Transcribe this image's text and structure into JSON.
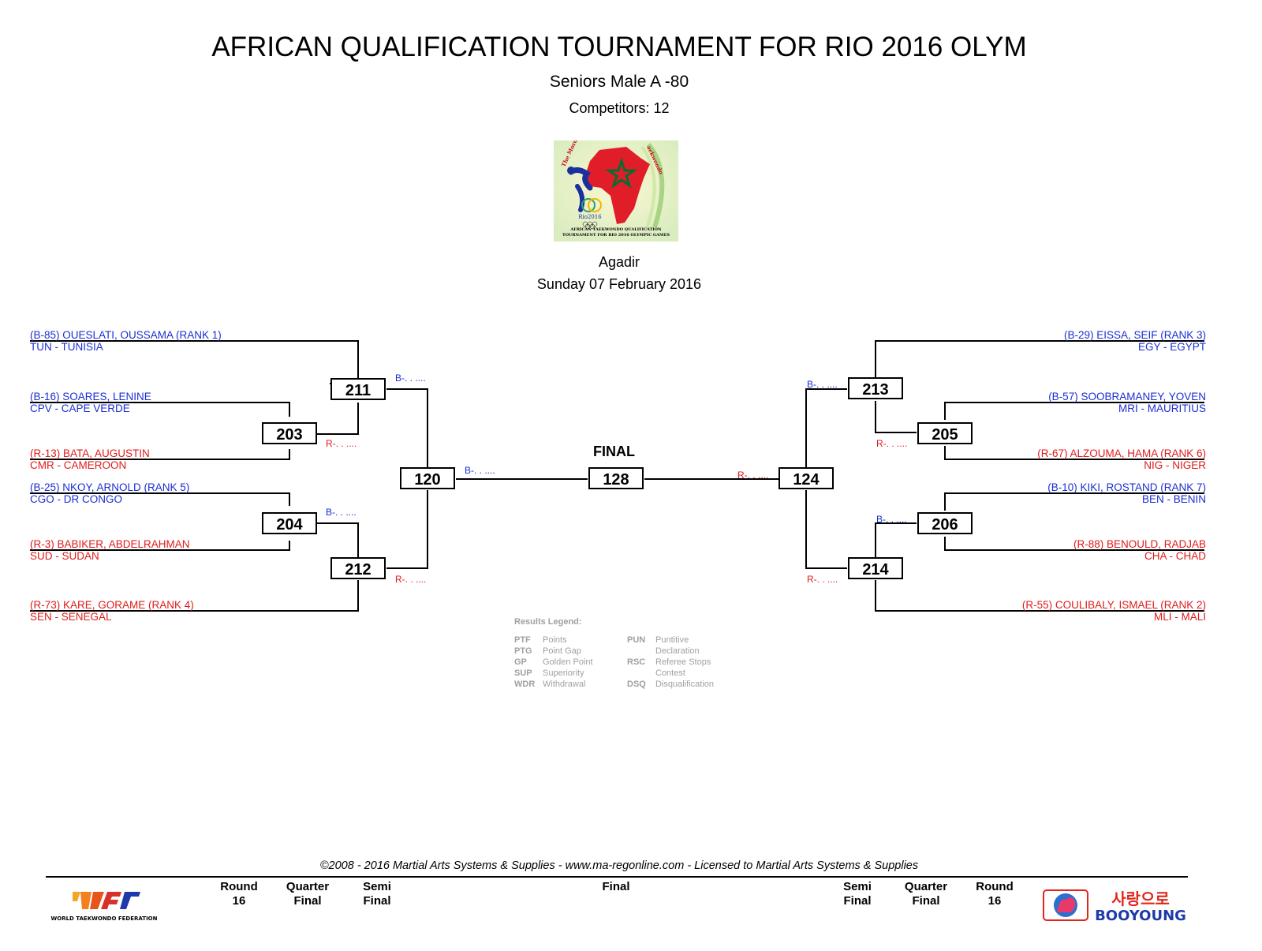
{
  "header": {
    "title": "AFRICAN QUALIFICATION TOURNAMENT FOR RIO 2016 OLYM",
    "category": "Seniors Male A -80",
    "competitors": "Competitors: 12",
    "logo_text": "AFRICAN TAEKWONDO QUALIFICATION TOURNAMENT FOR RIO 2016 OLYMPIC GAMES",
    "logo_arc_left": "The Moro",
    "logo_arc_right": "aekwondo",
    "logo_rio": "Rio2016",
    "venue": "Agadir",
    "date": "Sunday 07 February 2016"
  },
  "competitors_left": [
    {
      "name": "(B-85) OUESLATI, OUSSAMA (RANK 1)",
      "country": "TUN - TUNISIA",
      "corner": "blue"
    },
    {
      "name": "(B-16) SOARES, LENINE",
      "country": "CPV - CAPE VERDE",
      "corner": "blue"
    },
    {
      "name": "(R-13) BATA, AUGUSTIN",
      "country": "CMR - CAMEROON",
      "corner": "red"
    },
    {
      "name": "(B-25) NKOY, ARNOLD (RANK 5)",
      "country": "CGO - DR CONGO",
      "corner": "blue"
    },
    {
      "name": "(R-3) BABIKER, ABDELRAHMAN",
      "country": "SUD -   SUDAN",
      "corner": "red"
    },
    {
      "name": "(R-73) KARE, GORAME (RANK 4)",
      "country": "SEN - SENEGAL",
      "corner": "red"
    }
  ],
  "competitors_right": [
    {
      "name": "(B-29) EISSA, SEIF (RANK 3)",
      "country": "EGY - EGYPT",
      "corner": "blue"
    },
    {
      "name": "(B-57) SOOBRAMANEY, YOVEN",
      "country": "MRI - MAURITIUS",
      "corner": "blue"
    },
    {
      "name": "(R-67) ALZOUMA, HAMA (RANK 6)",
      "country": "NIG - NIGER",
      "corner": "red"
    },
    {
      "name": "(B-10) KIKI, ROSTAND (RANK 7)",
      "country": "BEN - BENIN",
      "corner": "blue"
    },
    {
      "name": "(R-88) BENOULD, RADJAB",
      "country": "CHA - CHAD",
      "corner": "red"
    },
    {
      "name": "(R-55) COULIBALY, ISMAEL (RANK 2)",
      "country": "MLI - MALI",
      "corner": "red"
    }
  ],
  "matches": {
    "m203": "203",
    "m204": "204",
    "m211": "211",
    "m212": "212",
    "m120": "120",
    "m128": "128",
    "m124": "124",
    "m213": "213",
    "m214": "214",
    "m205": "205",
    "m206": "206"
  },
  "result_placeholders": {
    "blue": "B-. . ....",
    "red": "R-. . ...."
  },
  "final_label": "FINAL",
  "legend": {
    "title": "Results Legend:",
    "items": [
      {
        "code": "PTF",
        "desc": "Points"
      },
      {
        "code": "PTG",
        "desc": "Point Gap"
      },
      {
        "code": "GP",
        "desc": "Golden Point"
      },
      {
        "code": "SUP",
        "desc": "Superiority"
      },
      {
        "code": "WDR",
        "desc": "Withdrawal"
      },
      {
        "code": "PUN",
        "desc": "Puntitive"
      },
      {
        "code": "",
        "desc": "Declaration"
      },
      {
        "code": "RSC",
        "desc": "Referee Stops"
      },
      {
        "code": "",
        "desc": "Contest"
      },
      {
        "code": "DSQ",
        "desc": "Disqualification"
      }
    ]
  },
  "footer": {
    "copyright": "©2008 - 2016 Martial Arts Systems & Supplies - www.ma-regonline.com - Licensed to Martial Arts Systems & Supplies",
    "round_labels": [
      {
        "l1": "Round",
        "l2": "16"
      },
      {
        "l1": "Quarter",
        "l2": "Final"
      },
      {
        "l1": "Semi",
        "l2": "Final"
      },
      {
        "l1": "Final",
        "l2": ""
      },
      {
        "l1": "Semi",
        "l2": "Final"
      },
      {
        "l1": "Quarter",
        "l2": "Final"
      },
      {
        "l1": "Round",
        "l2": "16"
      }
    ],
    "wtf_caption": "WORLD TAEKWONDO FEDERATION",
    "sponsor_korean": "사랑으로",
    "sponsor_name": "BOOYOUNG"
  },
  "colors": {
    "blue_corner": "#1a2fd2",
    "red_corner": "#e01a1a",
    "legend_gray": "#a0a0a0"
  }
}
